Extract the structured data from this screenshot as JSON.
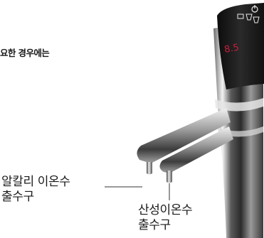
{
  "note_text": "요한 경우에는",
  "alkaline_outlet": {
    "line1": "알칼리 이온수",
    "line2": "출수구"
  },
  "acidic_outlet": {
    "line1": "산성이온수",
    "line2": "출수구"
  },
  "display_text": "8.5",
  "colors": {
    "chrome_dark": "#2a2a2a",
    "chrome_light": "#f2f2f2",
    "display_bg": "#111111",
    "display_red": "#c81e3c"
  },
  "icons": [
    "power-icon",
    "cup-icon",
    "tap-icon",
    "cup-icon"
  ]
}
